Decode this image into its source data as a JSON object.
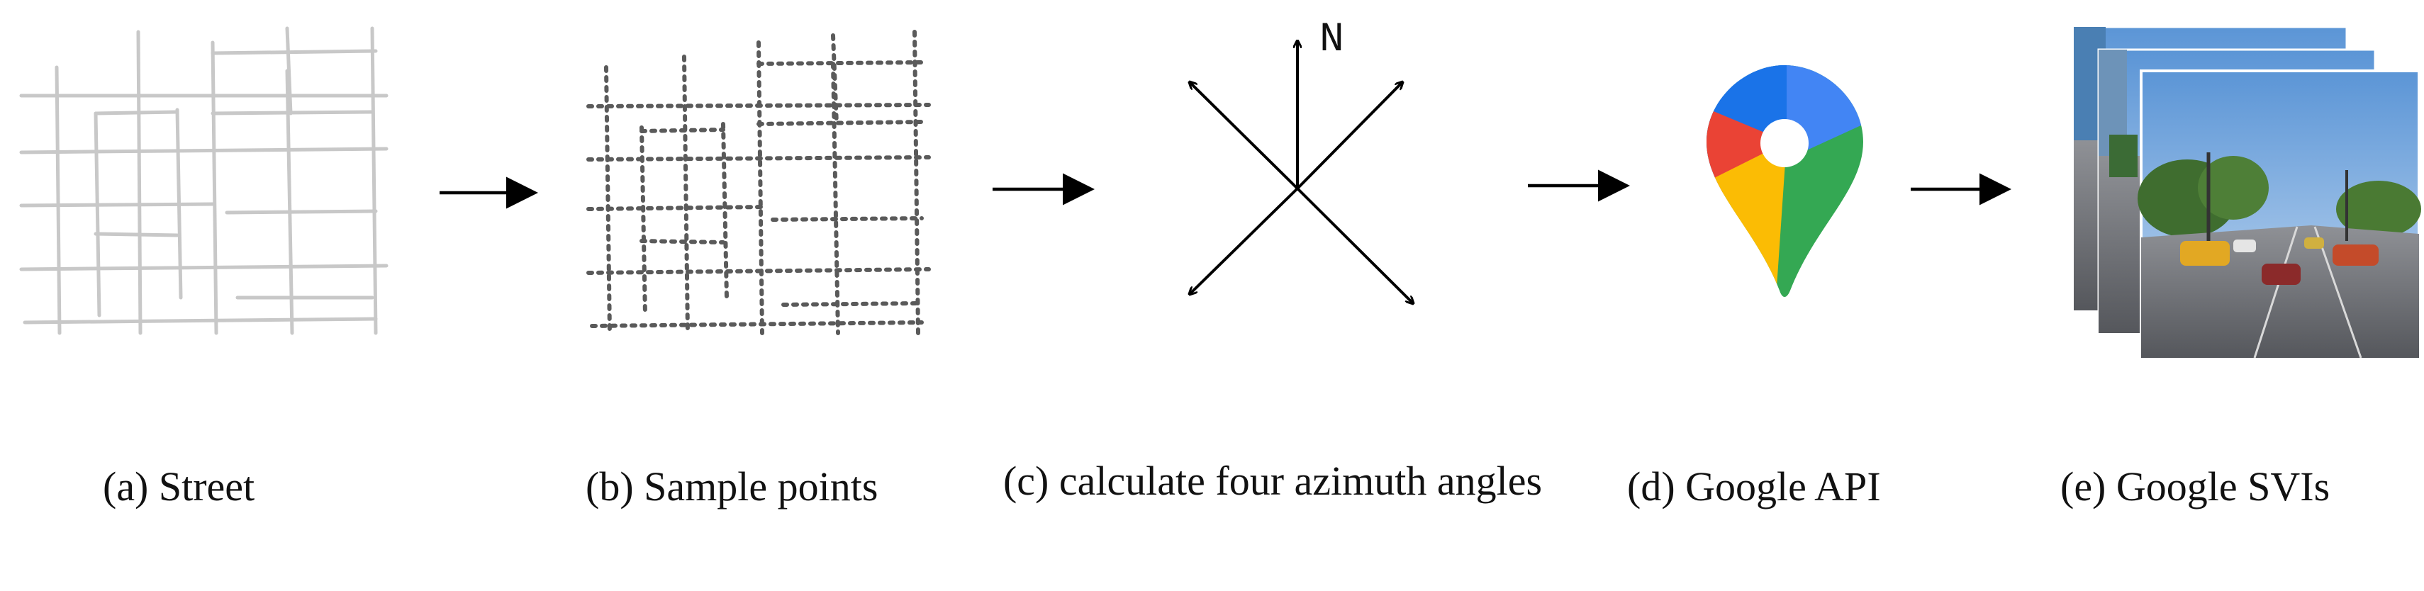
{
  "panels": [
    {
      "id": "a",
      "caption": "(a) Street"
    },
    {
      "id": "b",
      "caption": "(b) Sample points"
    },
    {
      "id": "c",
      "caption": "(c) calculate four azimuth angles"
    },
    {
      "id": "d",
      "caption": "(d) Google API"
    },
    {
      "id": "e",
      "caption": "(e) Google SVIs"
    }
  ],
  "compass": {
    "north_label": "N"
  },
  "icons": {
    "street_map": "street-network-map",
    "sample_points": "sampled-street-points-map",
    "compass": "four-azimuth-compass",
    "google_maps_pin": "google-maps-pin-icon",
    "street_view_images": "stacked-street-view-photos"
  },
  "colors": {
    "street_line": "#c8c8c8",
    "sample_point": "#5a5a5a",
    "arrow": "#000000",
    "pin_red": "#ea4335",
    "pin_blue": "#4285f4",
    "pin_yellow": "#fbbc04",
    "pin_green": "#34a853",
    "sky": "#7fb0e0"
  }
}
